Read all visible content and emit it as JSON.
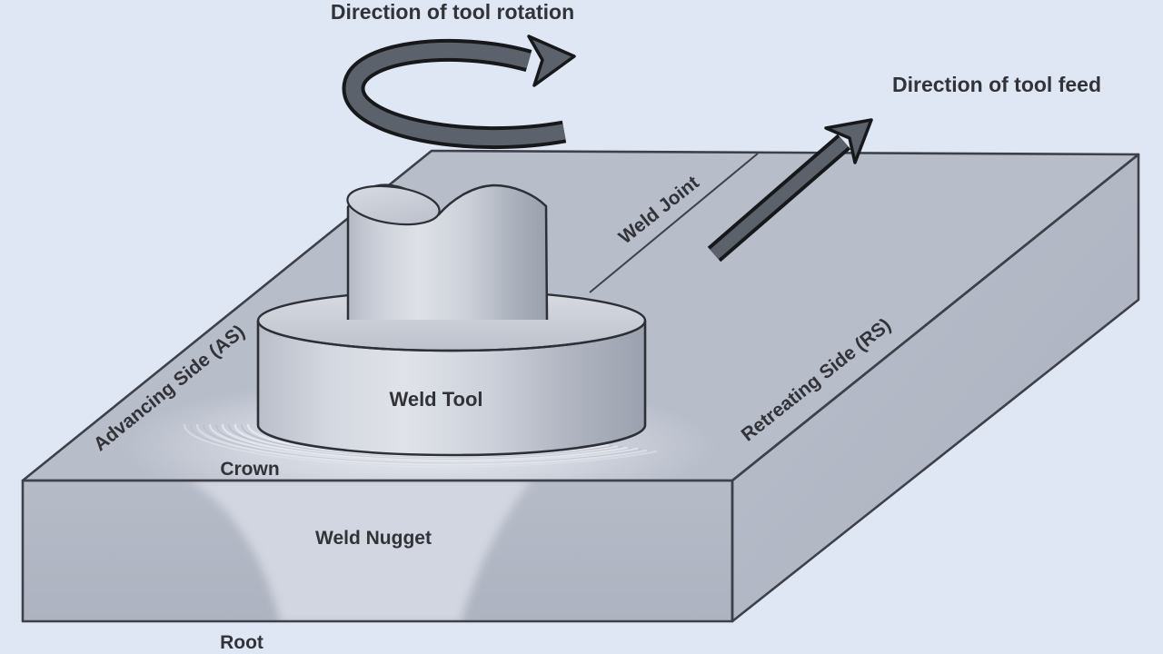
{
  "figure": {
    "annotations": {
      "tool_rotation": "Direction of tool rotation",
      "tool_feed": "Direction of tool feed",
      "weld_joint": "Weld Joint",
      "advancing_side": "Advancing Side (AS)",
      "retreating_side": "Retreating Side (RS)",
      "weld_tool": "Weld Tool",
      "crown": "Crown",
      "weld_nugget": "Weld Nugget",
      "root": "Root"
    },
    "colors": {
      "background": "#dfe7f5",
      "plate_top_face": "#b7bdc9",
      "plate_front_face": "#b3b9c5",
      "plate_right_face": "#b2b8c4",
      "weld_nugget_fill": "#d1d6e0",
      "tool_highlight": "#dfe2e8",
      "tool_shadow": "#9aa0ad",
      "arrow_fill": "#5c626b",
      "outline": "#3e4149",
      "text": "#313339"
    }
  }
}
